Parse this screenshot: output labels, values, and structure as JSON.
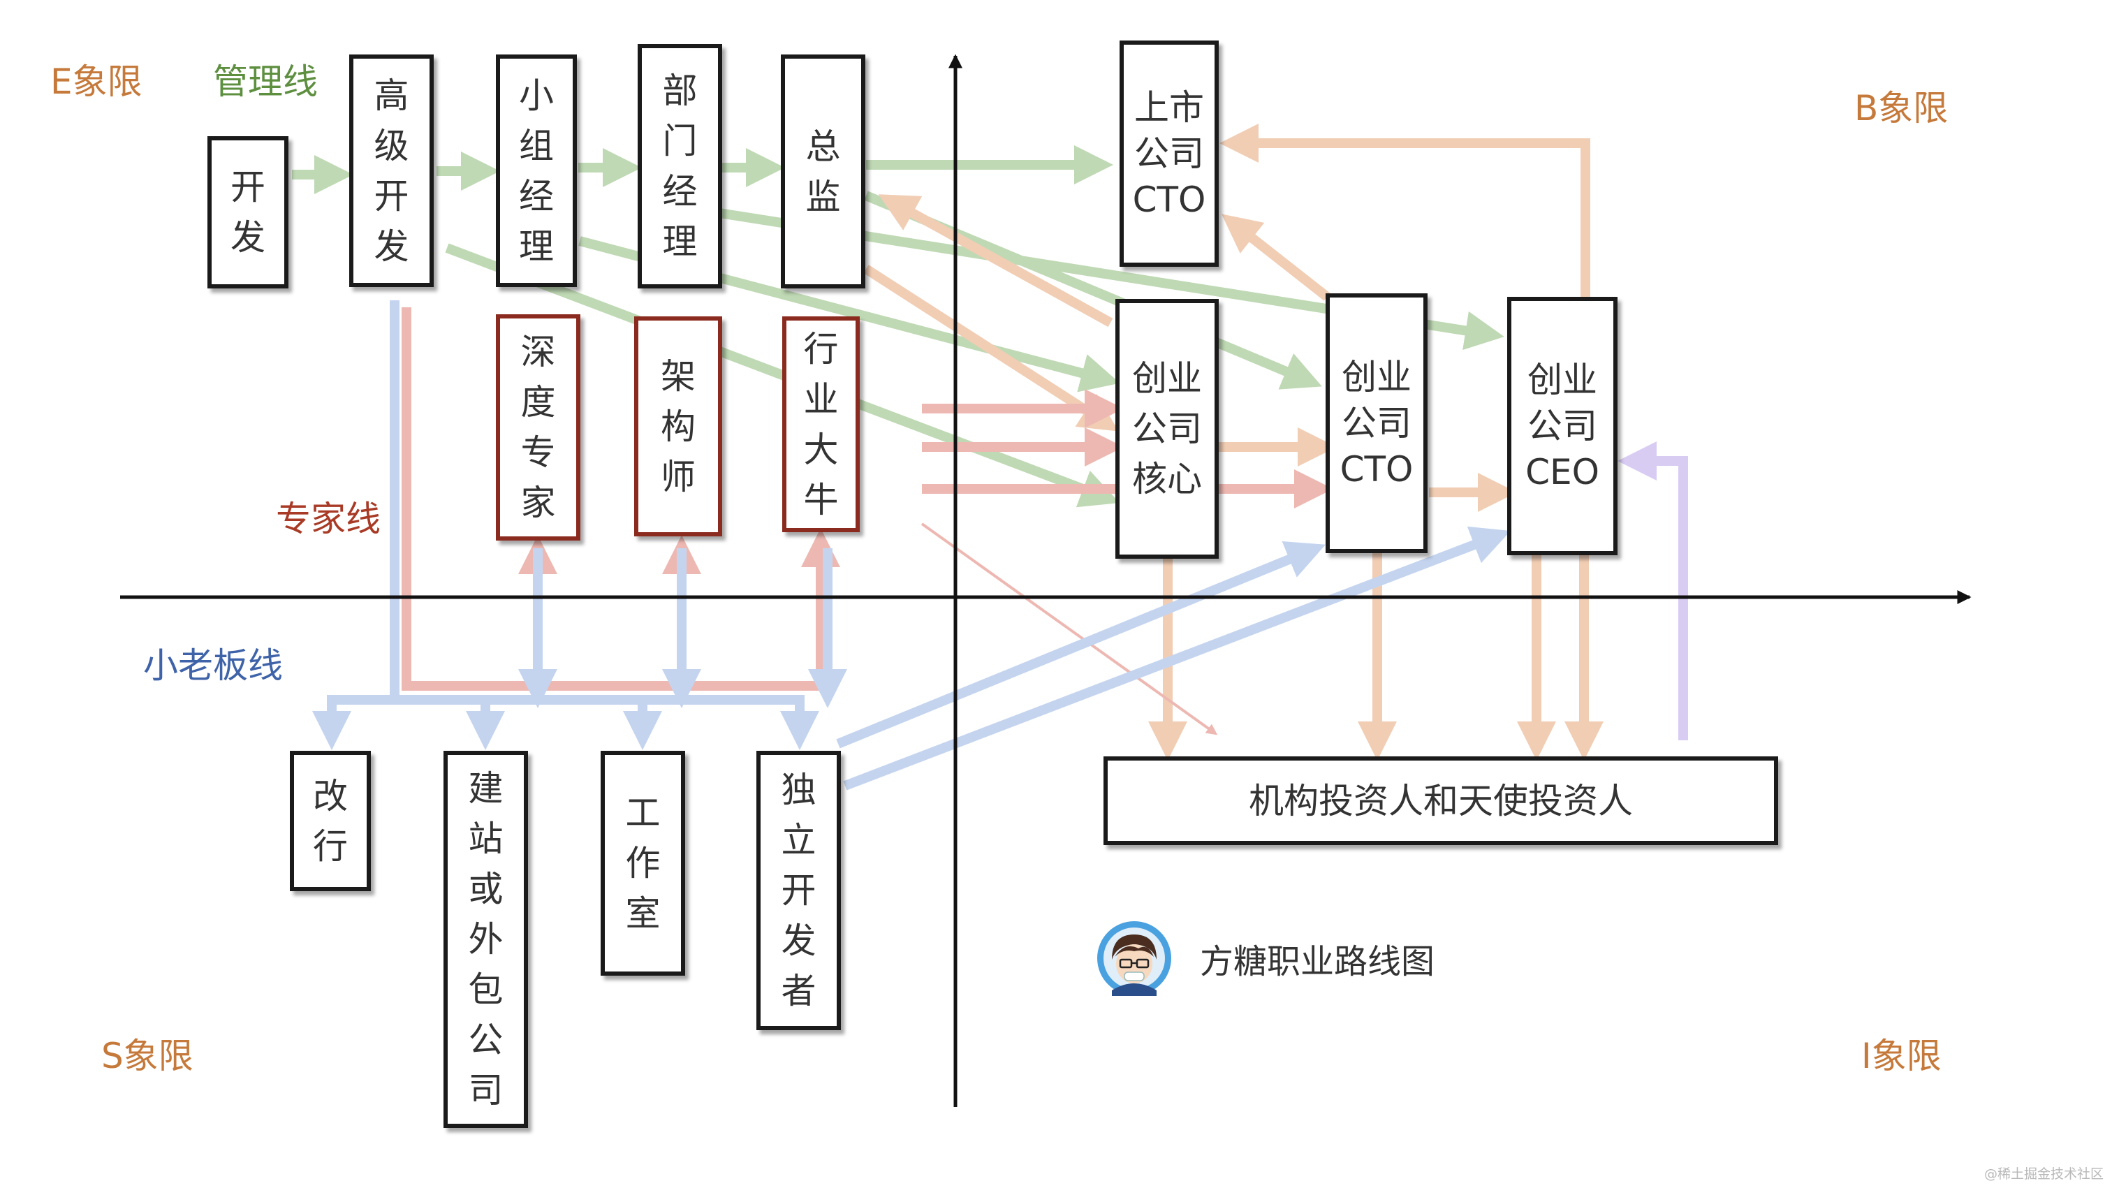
{
  "quadrants": {
    "e": "E象限",
    "b": "B象限",
    "s": "S象限",
    "i": "I象限"
  },
  "lanes": {
    "management": {
      "label": "管理线",
      "color": "#5d8f3f"
    },
    "expert": {
      "label": "专家线",
      "color": "#a83a26"
    },
    "boss": {
      "label": "小老板线",
      "color": "#3f63a8"
    }
  },
  "nodes": {
    "dev": "开发",
    "senior_dev": "高级开发",
    "team_manager": "小组经理",
    "dept_manager": "部门经理",
    "director": "总监",
    "deep_expert": "深度专家",
    "architect": "架构师",
    "industry_expert": "行业大牛",
    "listed_cto": "上市\n公司\nCTO",
    "startup_core": "创业公司核心",
    "startup_cto": "创业\n公司\nCTO",
    "startup_ceo": "创业\n公司\nCEO",
    "career_change": "改行",
    "website_outsourcing": "建站或外包公司",
    "studio": "工作室",
    "indie_dev": "独立开发者",
    "investors": "机构投资人和天使投资人"
  },
  "colors": {
    "arrow_green": "#bfd9b4",
    "arrow_orange": "#f1cdb4",
    "arrow_red": "#eeb8b2",
    "arrow_blue": "#c4d4ef",
    "arrow_purple": "#d9ccf3",
    "axis": "#111111"
  },
  "brand": {
    "text": "方糖职业路线图",
    "icon": "avatar-icon"
  },
  "watermark": "@稀土掘金技术社区"
}
